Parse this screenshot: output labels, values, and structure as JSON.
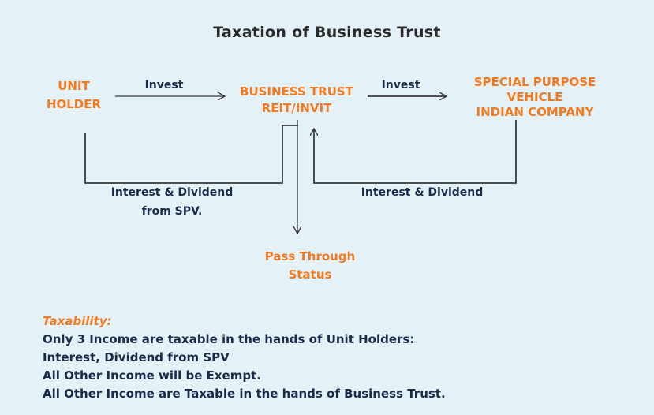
{
  "title": "Taxation of Business Trust",
  "nodes": {
    "unit_holder": "UNIT\nHOLDER",
    "business_trust": "BUSINESS TRUST\nREIT/INVIT",
    "spv": "SPECIAL PURPOSE\nVEHICLE\nINDIAN COMPANY",
    "pass_through": "Pass Through\nStatus"
  },
  "edges": {
    "invest_1": "Invest",
    "invest_2": "Invest",
    "interest_to_unit_holder": "Interest & Dividend\nfrom SPV.",
    "interest_from_spv": "Interest & Dividend"
  },
  "notes": {
    "heading": "Taxability:",
    "lines": [
      "Only 3 Income are taxable in the hands of Unit Holders:",
      "Interest, Dividend from SPV",
      "All Other Income will be Exempt.",
      "All Other Income are Taxable in the hands of Business Trust."
    ]
  },
  "colors": {
    "background": "#e4f2f8",
    "node_text": "#f47a20",
    "label_text": "#1b2a4a",
    "lines": "#3a3a3a"
  }
}
